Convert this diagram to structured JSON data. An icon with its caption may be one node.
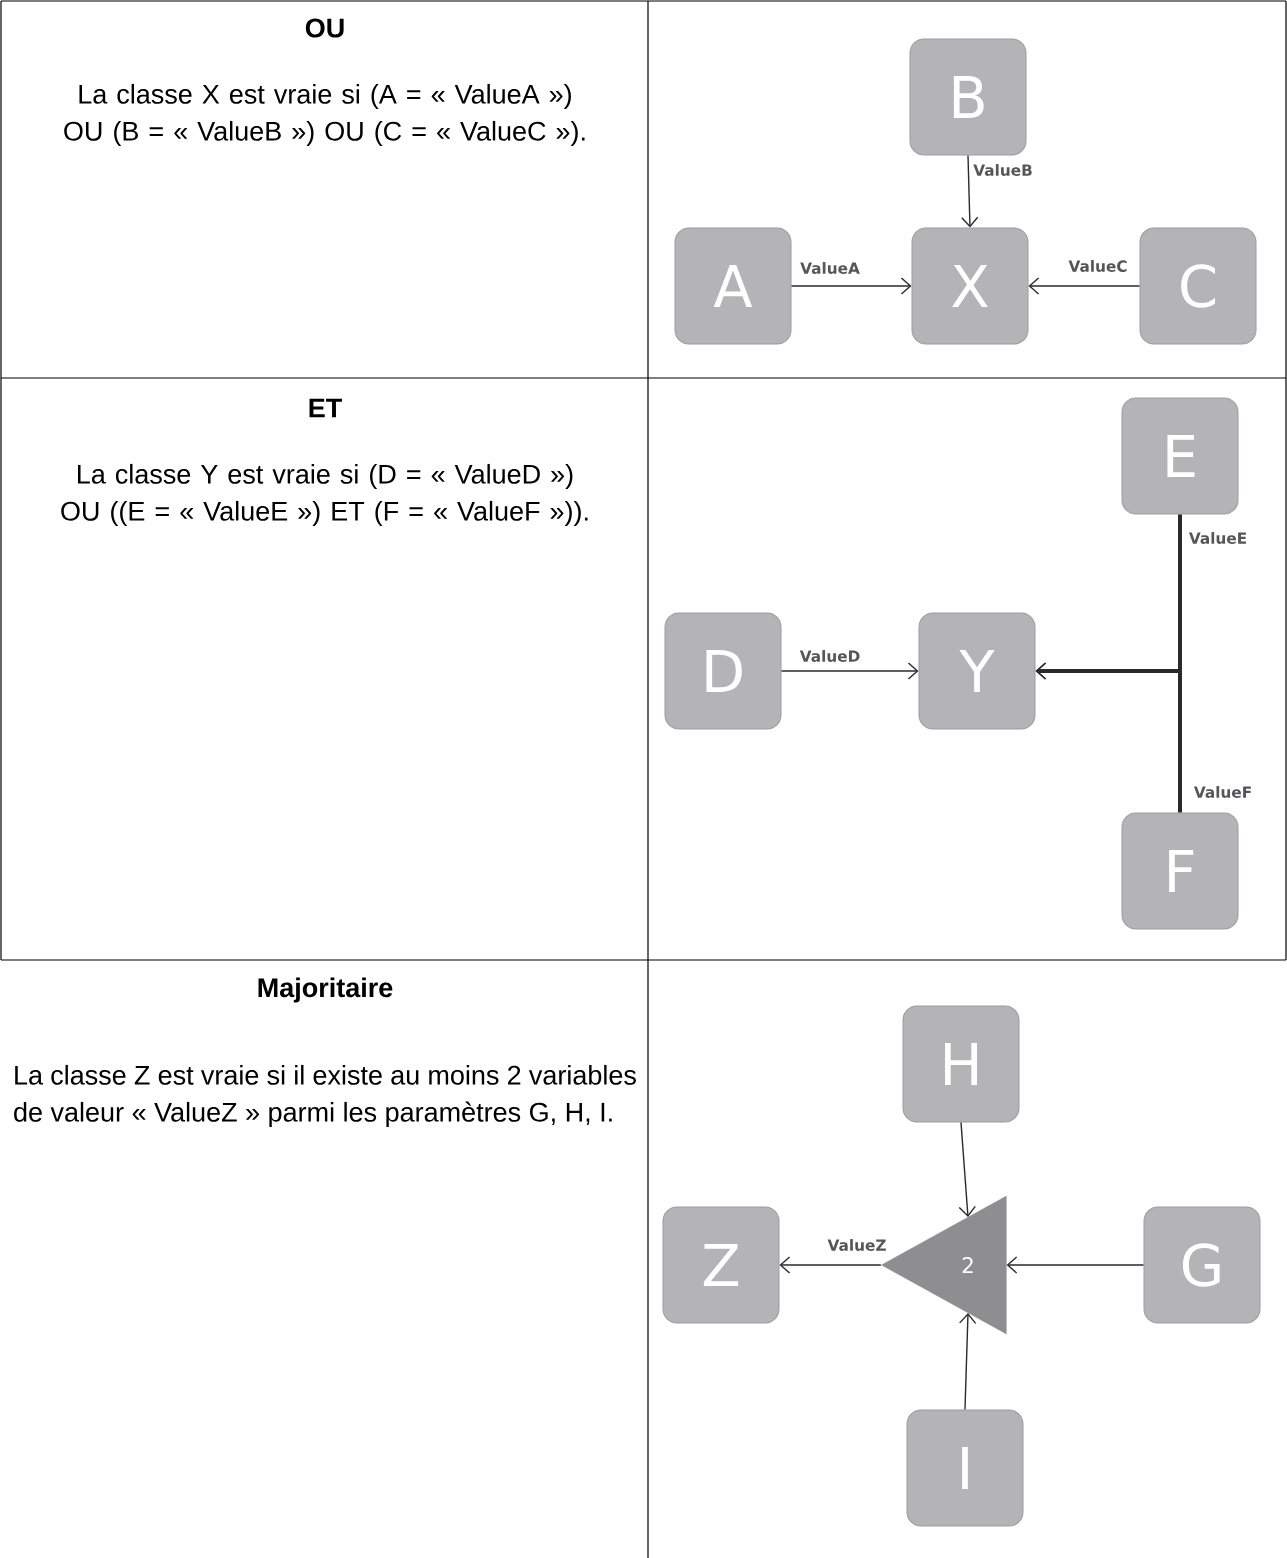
{
  "diagram": {
    "nodes": [
      {
        "text": [
          "B"
        ]
      },
      {
        "text": [
          "A"
        ]
      },
      {
        "text": [
          "X"
        ]
      },
      {
        "text": [
          "C"
        ]
      },
      {
        "text": [
          "E"
        ]
      },
      {
        "text": [
          "D"
        ]
      },
      {
        "text": [
          "Y"
        ]
      },
      {
        "text": [
          "F"
        ]
      },
      {
        "text": [
          "H"
        ]
      },
      {
        "text": [
          "Z"
        ]
      },
      {
        "text": [
          "2"
        ]
      },
      {
        "text": [
          "G"
        ]
      },
      {
        "text": [
          "I"
        ]
      }
    ],
    "edges": [
      {
        "from": 1,
        "to": 2,
        "arrow": "to",
        "label": "ValueA"
      },
      {
        "from": 0,
        "to": 2,
        "arrow": "to",
        "label": "ValueB"
      },
      {
        "from": 3,
        "to": 2,
        "arrow": "to",
        "label": "ValueC"
      },
      {
        "from": 5,
        "to": 6,
        "arrow": "to",
        "label": "ValueD"
      },
      {
        "from": 4,
        "to": 6,
        "arrow": "to",
        "label": "ValueE",
        "style": "thick"
      },
      {
        "from": 7,
        "to": 6,
        "arrow": "to",
        "label": "ValueF",
        "style": "thick"
      },
      {
        "from": 8,
        "to": 10,
        "arrow": "to"
      },
      {
        "from": 11,
        "to": 10,
        "arrow": "to"
      },
      {
        "from": 12,
        "to": 10,
        "arrow": "to"
      },
      {
        "from": 10,
        "to": 9,
        "arrow": "to",
        "label": "ValueZ"
      }
    ],
    "labels": [
      "OU",
      "La classe X est vraie si (A = « ValueA ») OU (B = « ValueB ») OU (C = « ValueC »).",
      "ET",
      "La classe Y est vraie si (D = « ValueD ») OU ((E = « ValueE ») ET (F = « ValueF »)).",
      "Majoritaire",
      "La classe Z est vraie si il existe au moins 2 variables de valeur « ValueZ » parmi les paramètres G, H, I."
    ]
  }
}
